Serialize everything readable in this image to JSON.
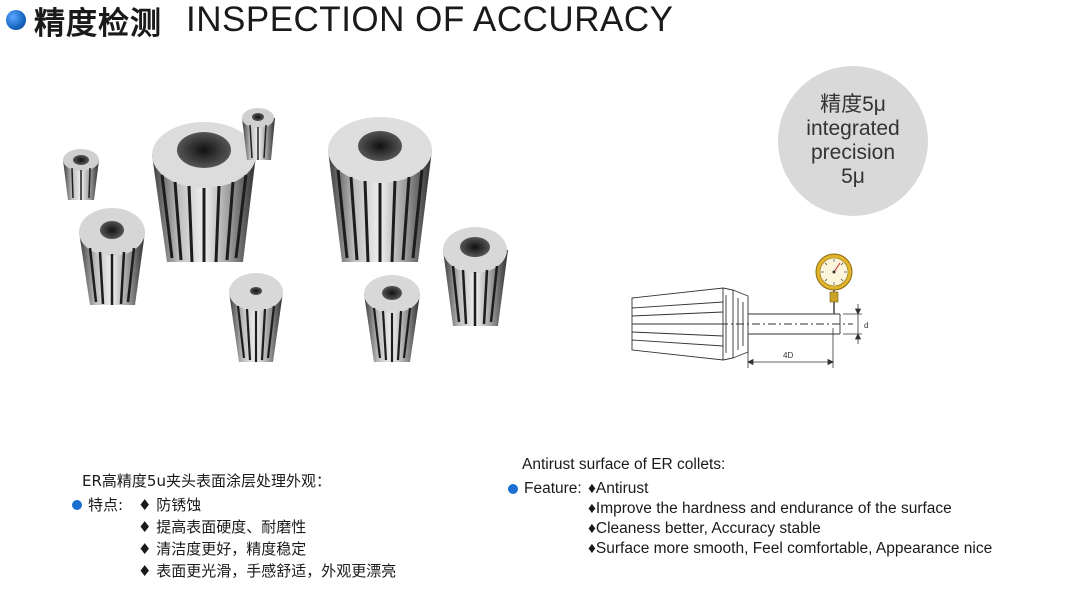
{
  "header": {
    "title_cn": "精度检测",
    "title_en": "INSPECTION OF ACCURACY"
  },
  "badge": {
    "line1": "精度5μ",
    "line2": "integrated",
    "line3": "precision",
    "line4": "5μ"
  },
  "diagram": {
    "label_d": "d",
    "label_4d": "4D"
  },
  "features_cn": {
    "title": "ER高精度5u夹头表面涂层处理外观：",
    "label": "特点:",
    "items": [
      "♦ 防锈蚀",
      "♦ 提高表面硬度、耐磨性",
      "♦ 清洁度更好，精度稳定",
      "♦ 表面更光滑，手感舒适，外观更漂亮"
    ]
  },
  "features_en": {
    "title": "Antirust surface of ER collets:",
    "label": "Feature:",
    "items": [
      "♦Antirust",
      "♦Improve the hardness and endurance of the surface",
      "♦Cleaness better, Accuracy stable",
      "♦Surface more smooth, Feel comfortable, Appearance nice"
    ]
  },
  "colors": {
    "accent_blue": "#1a6fd1",
    "badge_gray": "#d9d9d9",
    "gauge_gold": "#e0b52c"
  }
}
